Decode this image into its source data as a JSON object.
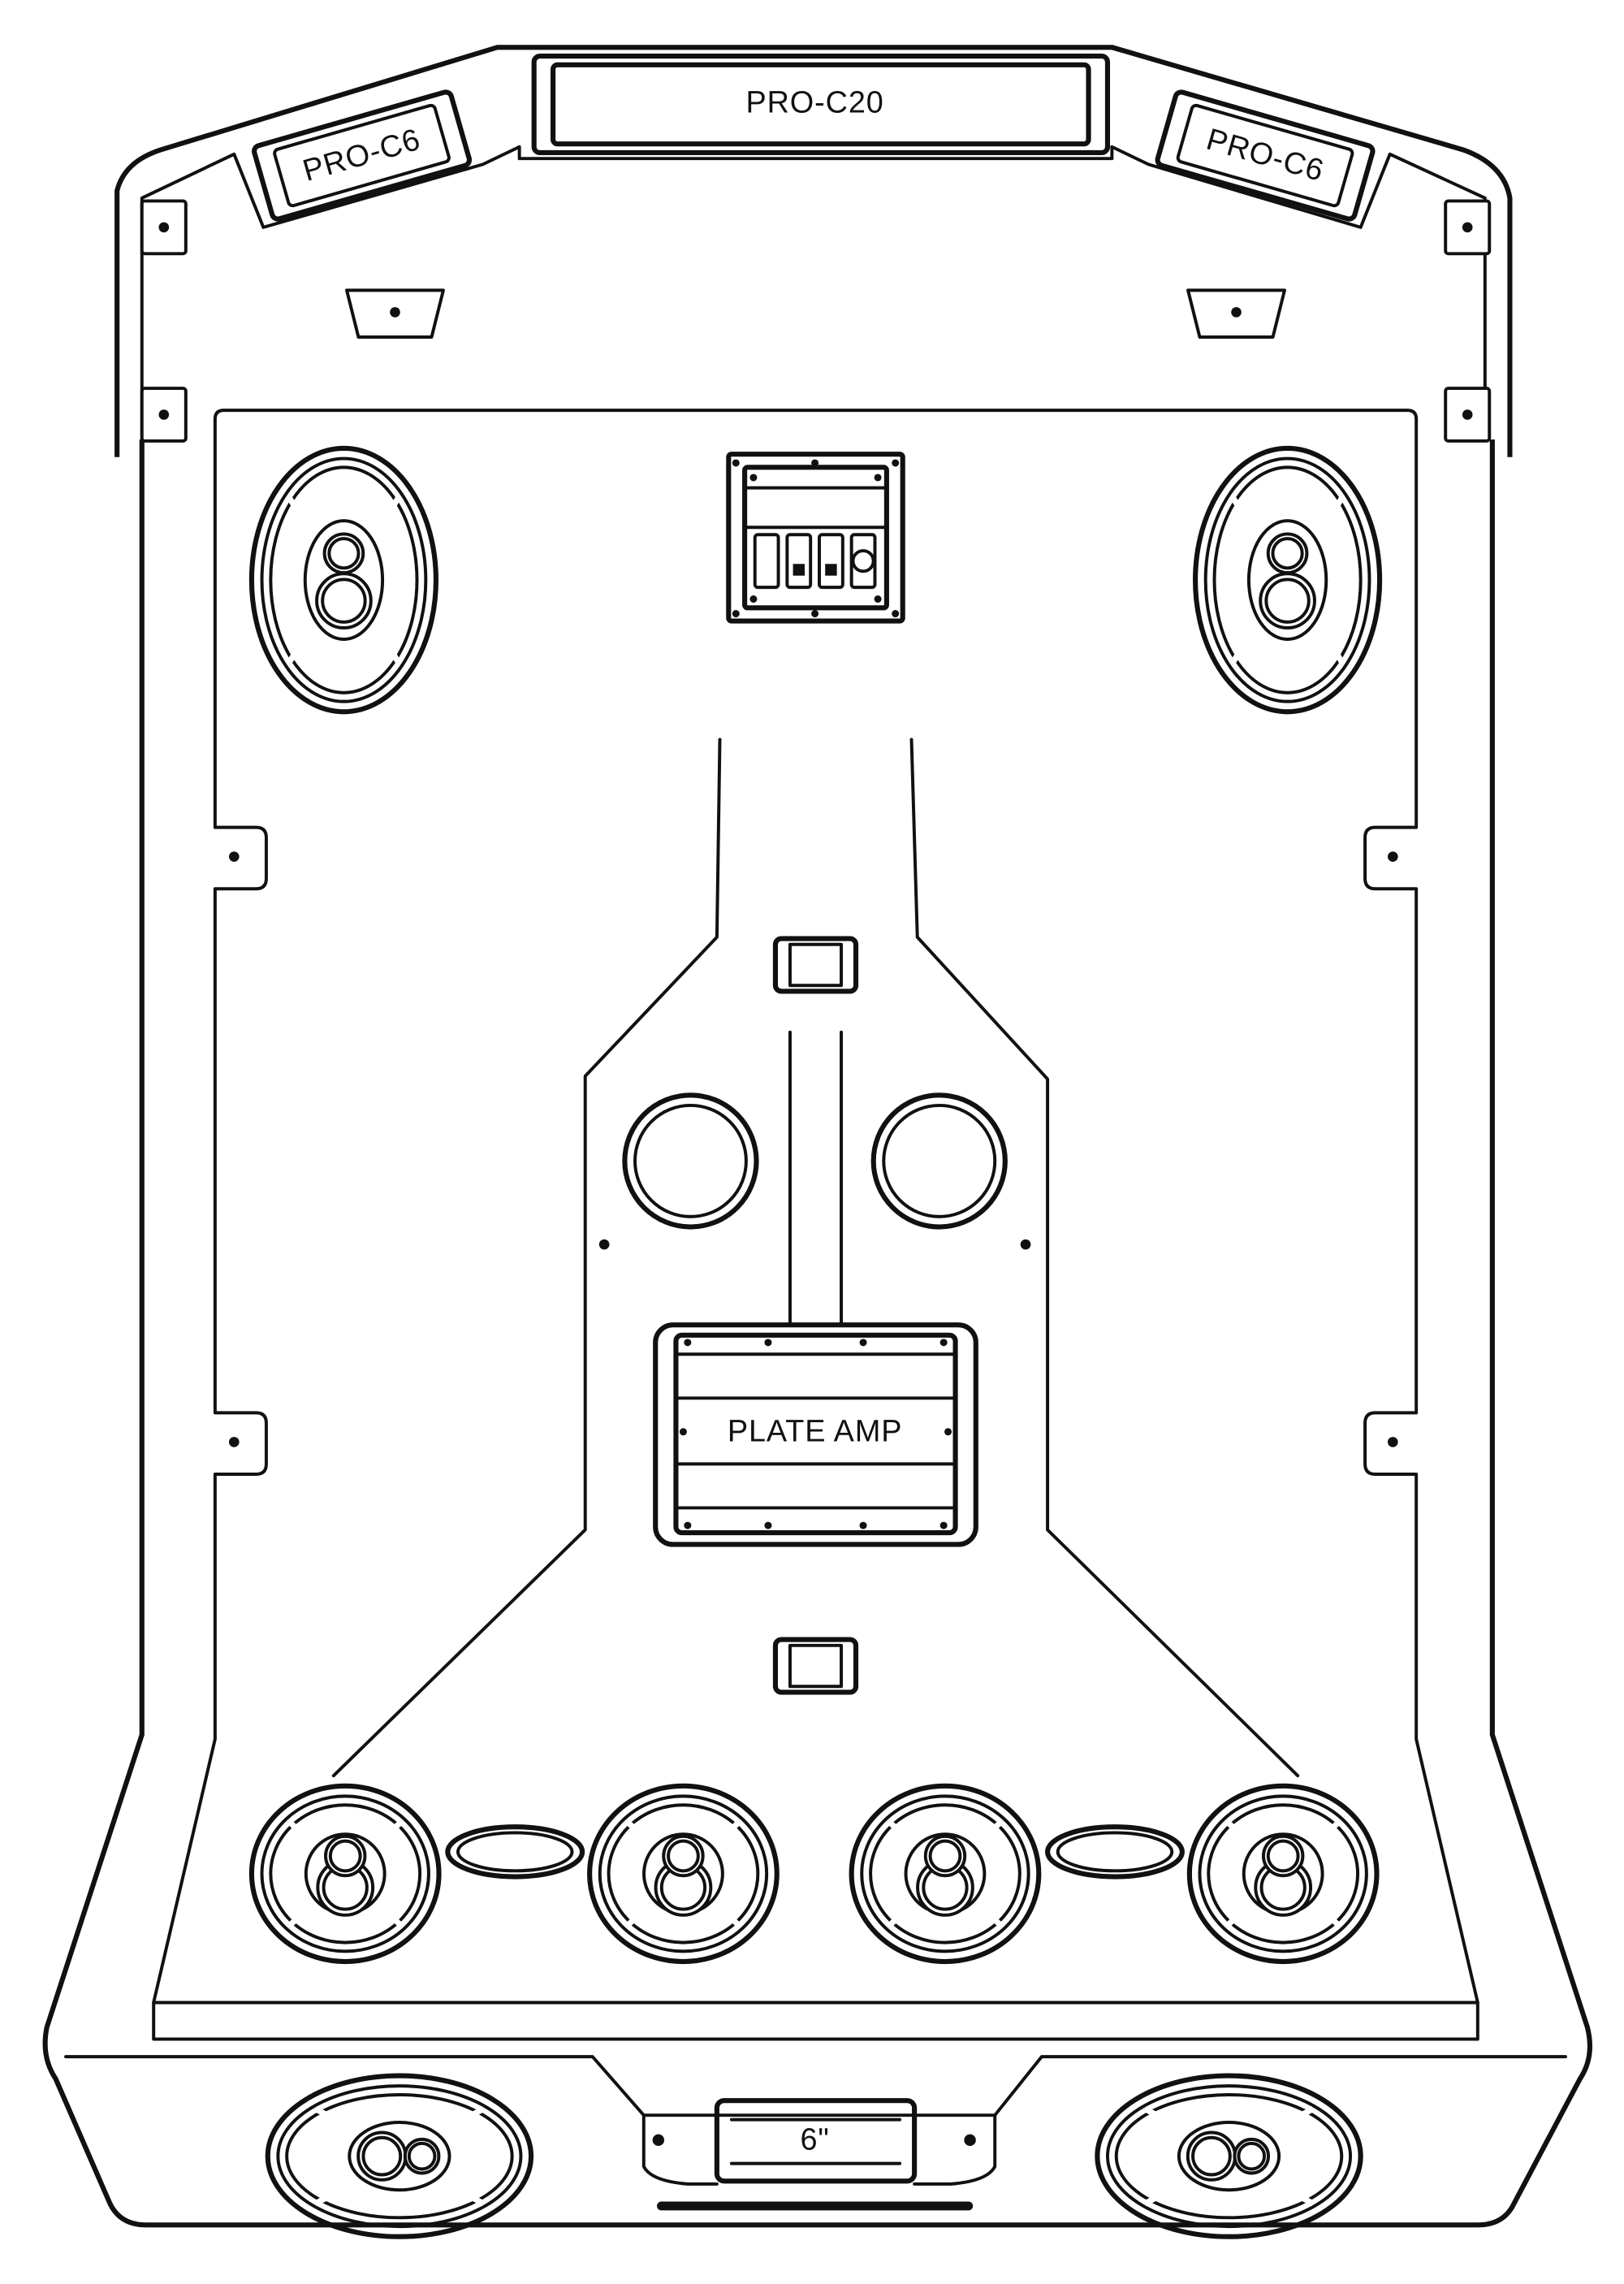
{
  "title": "UTV roof audio layout",
  "labels": {
    "front_center_speaker": "PRO-C20",
    "front_left_speaker": "PRO-C6",
    "front_right_speaker": "PRO-C6",
    "amplifier": "PLATE AMP",
    "rear_center_speaker": "6\""
  },
  "switch_panel": {
    "switches": [
      "blank",
      "rocker",
      "rocker",
      "knob"
    ]
  },
  "colors": {
    "line": "#111111",
    "background": "#ffffff"
  }
}
